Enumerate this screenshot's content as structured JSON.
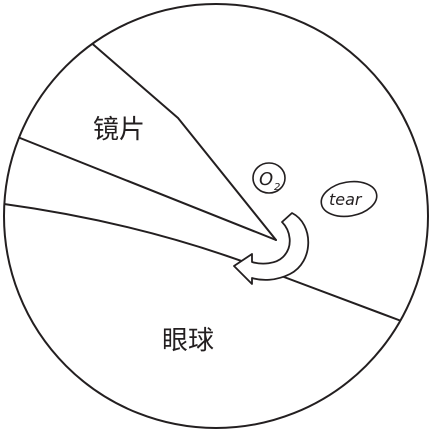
{
  "diagram": {
    "labels": {
      "lens": "镜片",
      "eyeball": "眼球",
      "oxygen_main": "O",
      "oxygen_sub": "2",
      "tear": "tear"
    },
    "colors": {
      "line": "#231f20",
      "background": "#ffffff",
      "arrow_fill": "#ffffff"
    },
    "icons": {
      "flow_arrow": "curved-arrow-icon"
    }
  }
}
